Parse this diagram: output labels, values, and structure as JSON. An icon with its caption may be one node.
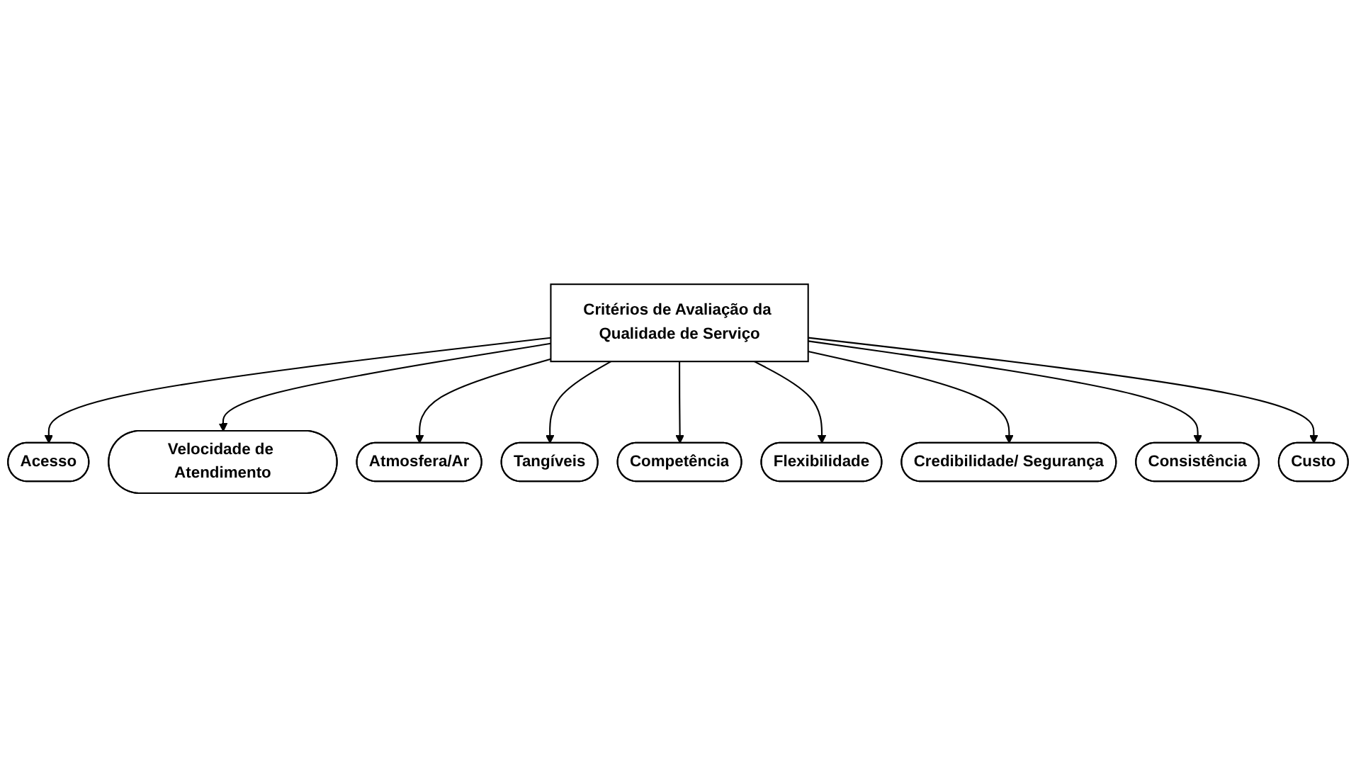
{
  "diagram": {
    "nodes": [
      {
        "text": [
          "Critérios de Avaliação da Qualidade de Serviço"
        ]
      },
      {
        "text": [
          "Acesso"
        ]
      },
      {
        "text": [
          "Velocidade de Atendimento"
        ]
      },
      {
        "text": [
          "Atmosfera/Ar"
        ]
      },
      {
        "text": [
          "Tangíveis"
        ]
      },
      {
        "text": [
          "Competência"
        ]
      },
      {
        "text": [
          "Flexibilidade"
        ]
      },
      {
        "text": [
          "Credibilidade/ Segurança"
        ]
      },
      {
        "text": [
          "Consistência"
        ]
      },
      {
        "text": [
          "Custo"
        ]
      }
    ],
    "edges": [
      {
        "from": 0,
        "to": 1,
        "arrow": "to"
      },
      {
        "from": 0,
        "to": 2,
        "arrow": "to"
      },
      {
        "from": 0,
        "to": 3,
        "arrow": "to"
      },
      {
        "from": 0,
        "to": 4,
        "arrow": "to"
      },
      {
        "from": 0,
        "to": 5,
        "arrow": "to"
      },
      {
        "from": 0,
        "to": 6,
        "arrow": "to"
      },
      {
        "from": 0,
        "to": 7,
        "arrow": "to"
      },
      {
        "from": 0,
        "to": 8,
        "arrow": "to"
      },
      {
        "from": 0,
        "to": 9,
        "arrow": "to"
      }
    ]
  }
}
